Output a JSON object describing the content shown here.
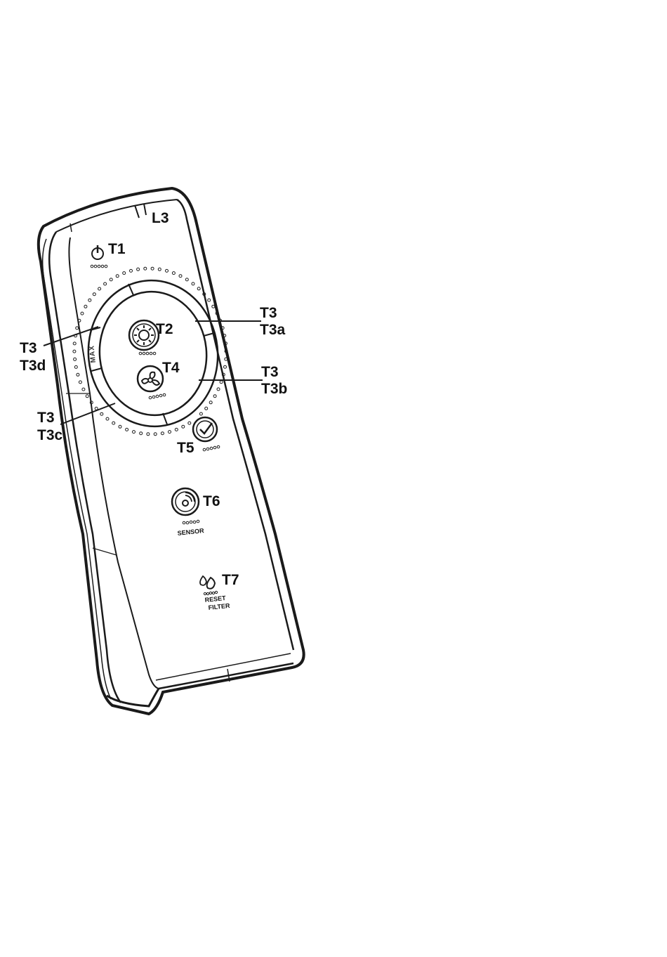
{
  "colors": {
    "ink": "#1a1a1a",
    "body_face": "#ffffff",
    "body_side": "#f2f2f2"
  },
  "labels": {
    "l3": "L3",
    "t1": "T1",
    "t2": "T2",
    "t4": "T4",
    "t5": "T5",
    "t6": "T6",
    "t7": "T7",
    "t3_right_a": "T3",
    "t3a": "T3a",
    "t3_right_b": "T3",
    "t3b": "T3b",
    "t3_left_d": "T3",
    "t3d": "T3d",
    "t3_left_c": "T3",
    "t3c": "T3c"
  },
  "device_text": {
    "max": "MAX",
    "sensor": "SENSOR",
    "reset": "RESET",
    "filter": "FILTER"
  },
  "icons": {
    "t1": "power-icon",
    "t2": "light-icon",
    "t4": "fan-icon",
    "t5": "checkmark-icon",
    "t6": "sensor-icon",
    "t7": "filter-drops-icon"
  }
}
